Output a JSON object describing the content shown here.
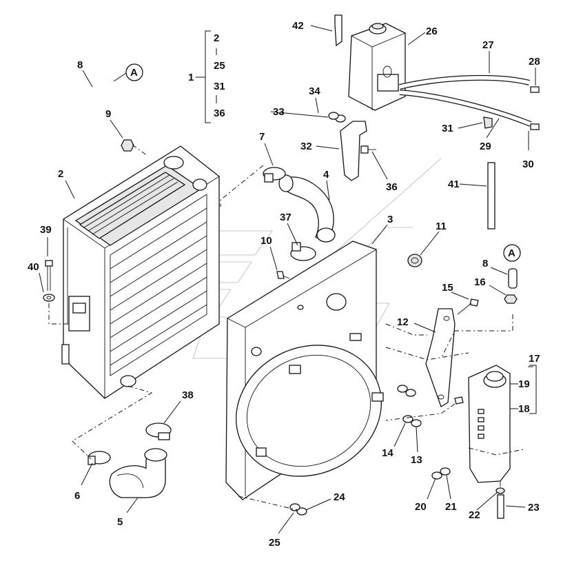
{
  "callouts": [
    {
      "id": "c2a",
      "text": "2"
    },
    {
      "id": "c25a",
      "text": "25"
    },
    {
      "id": "c31a",
      "text": "31"
    },
    {
      "id": "c36a",
      "text": "36"
    },
    {
      "id": "c1",
      "text": "1"
    },
    {
      "id": "c8a",
      "text": "8"
    },
    {
      "id": "refA1",
      "text": "A"
    },
    {
      "id": "c9",
      "text": "9"
    },
    {
      "id": "c2",
      "text": "2"
    },
    {
      "id": "c39",
      "text": "39"
    },
    {
      "id": "c40",
      "text": "40"
    },
    {
      "id": "c42",
      "text": "42"
    },
    {
      "id": "c26",
      "text": "26"
    },
    {
      "id": "c27",
      "text": "27"
    },
    {
      "id": "c28",
      "text": "28"
    },
    {
      "id": "c34",
      "text": "34"
    },
    {
      "id": "c33",
      "text": "33"
    },
    {
      "id": "c31",
      "text": "31"
    },
    {
      "id": "c29",
      "text": "29"
    },
    {
      "id": "c7",
      "text": "7"
    },
    {
      "id": "c32",
      "text": "32"
    },
    {
      "id": "c30",
      "text": "30"
    },
    {
      "id": "c4",
      "text": "4"
    },
    {
      "id": "c36",
      "text": "36"
    },
    {
      "id": "c41",
      "text": "41"
    },
    {
      "id": "c37",
      "text": "37"
    },
    {
      "id": "c3",
      "text": "3"
    },
    {
      "id": "c11",
      "text": "11"
    },
    {
      "id": "c10",
      "text": "10"
    },
    {
      "id": "c8b",
      "text": "8"
    },
    {
      "id": "refA2",
      "text": "A"
    },
    {
      "id": "c15",
      "text": "15"
    },
    {
      "id": "c16",
      "text": "16"
    },
    {
      "id": "c12",
      "text": "12"
    },
    {
      "id": "c17",
      "text": "17"
    },
    {
      "id": "c19",
      "text": "19"
    },
    {
      "id": "c18",
      "text": "18"
    },
    {
      "id": "c38",
      "text": "38"
    },
    {
      "id": "c14",
      "text": "14"
    },
    {
      "id": "c13",
      "text": "13"
    },
    {
      "id": "c6",
      "text": "6"
    },
    {
      "id": "c5",
      "text": "5"
    },
    {
      "id": "c20",
      "text": "20"
    },
    {
      "id": "c21",
      "text": "21"
    },
    {
      "id": "c24",
      "text": "24"
    },
    {
      "id": "c22",
      "text": "22"
    },
    {
      "id": "c23",
      "text": "23"
    },
    {
      "id": "c25",
      "text": "25"
    }
  ]
}
